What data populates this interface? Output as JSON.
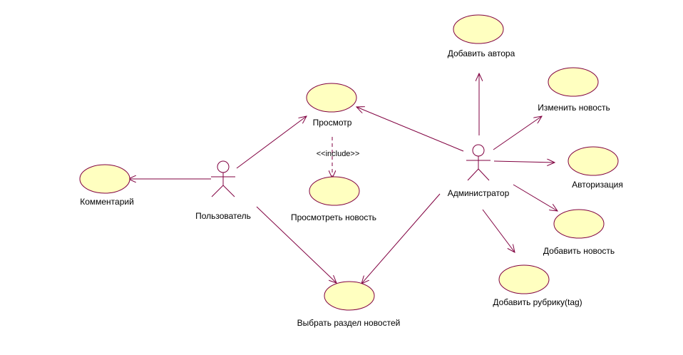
{
  "colors": {
    "line": "#800040",
    "usecase_fill": "#ffffc0",
    "background": "#ffffff"
  },
  "actors": {
    "user": "Пользователь",
    "admin": "Администратор"
  },
  "use_cases": {
    "view": "Просмотр",
    "view_news": "Просмотреть новость",
    "comment": "Комментарий",
    "choose_section": "Выбрать раздел новостей",
    "add_author": "Добавить автора",
    "edit_news": "Изменить новость",
    "authorization": "Авторизация",
    "add_news": "Добавить новость",
    "add_tag": "Добавить рубрику(tag)"
  },
  "relations": {
    "include_label": "<<include>>"
  }
}
